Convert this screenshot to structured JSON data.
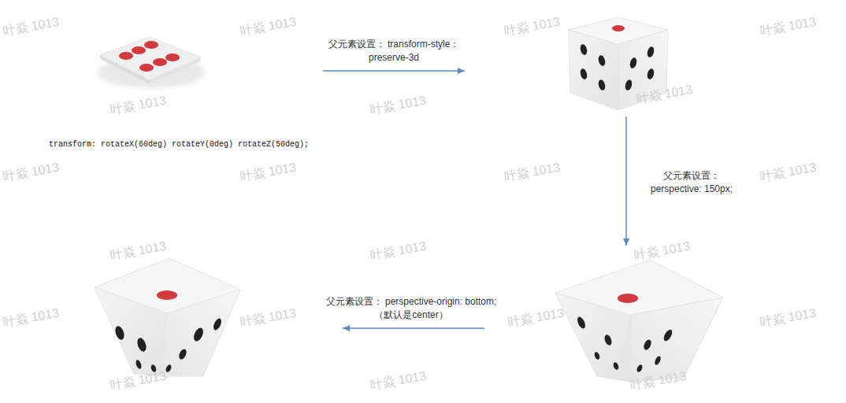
{
  "diagram": {
    "nodes": [
      {
        "text": [
          "transform: rotateX(60deg) rotateY(0deg) rotateZ(50deg);"
        ]
      },
      {
        "text": []
      },
      {
        "text": []
      },
      {
        "text": []
      }
    ],
    "edges": [
      {
        "from": 0,
        "to": 1,
        "arrow": "to",
        "label": "父元素设置： transform-style： preserve-3d"
      },
      {
        "from": 1,
        "to": 2,
        "arrow": "to",
        "label": "父元素设置： perspective: 150px;"
      },
      {
        "from": 2,
        "to": 3,
        "arrow": "to",
        "label": "父元素设置： perspective-origin: bottom;（默认是center）"
      }
    ],
    "labels": [
      "叶焱 1013",
      "叶焱 1013",
      "叶焱 1013",
      "叶焱 1013",
      "叶焱 1013",
      "叶焱 1013",
      "叶焱 1013",
      "叶焱 1013",
      "叶焱 1013",
      "叶焱 1013",
      "叶焱 1013",
      "叶焱 1013",
      "叶焱 1013",
      "叶焱 1013",
      "叶焱 1013",
      "叶焱 1013",
      "叶焱 1013",
      "叶焱 1013",
      "叶焱 1013",
      "叶焱 1013",
      "叶焱 1013"
    ]
  }
}
